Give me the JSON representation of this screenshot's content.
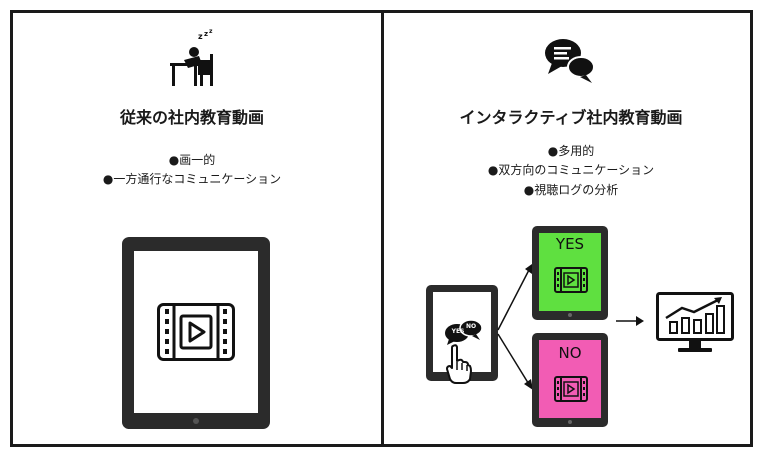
{
  "left_panel": {
    "title": "従来の社内教育動画",
    "bullets": [
      "●画一的",
      "●一方通行なコミュニケーション"
    ]
  },
  "right_panel": {
    "title": "インタラクティブ社内教育動画",
    "bullets": [
      "●多用的",
      "●双方向のコミュニケーション",
      "●視聴ログの分析"
    ],
    "chat_labels": {
      "yes": "YES",
      "no": "NO"
    },
    "answer_yes": "YES",
    "answer_no": "NO"
  },
  "icons": {
    "left_header": "sleeping-at-desk-icon",
    "right_header": "chat-bubbles-icon",
    "video": "video-play-icon",
    "chart": "bar-chart-monitor-icon",
    "hand": "pointing-hand-icon"
  },
  "colors": {
    "yes_screen": "#5fe040",
    "no_screen": "#f25cb4",
    "frame": "#1a1a1a"
  }
}
